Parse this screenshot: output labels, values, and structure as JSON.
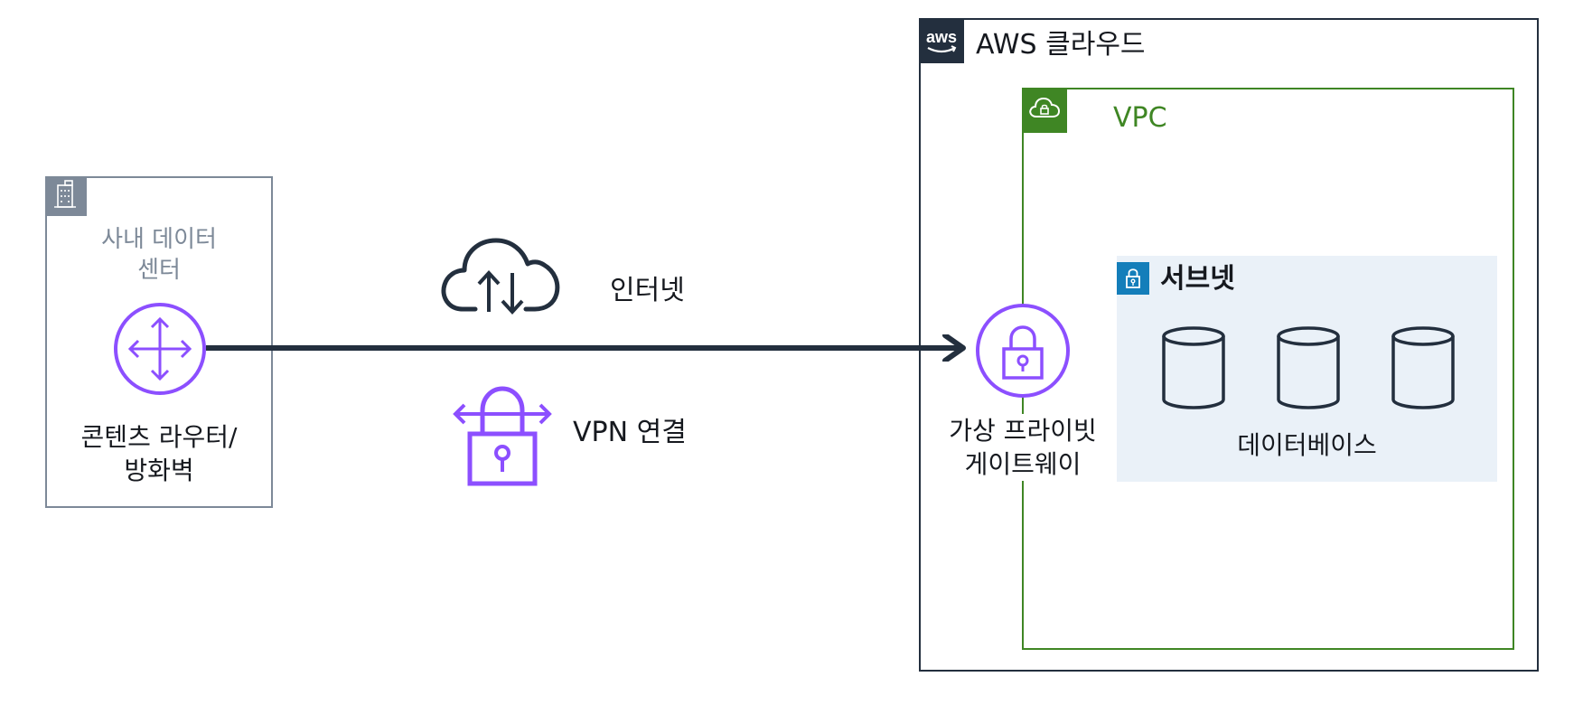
{
  "diagram": {
    "datacenter": {
      "label_line1": "사내 데이터",
      "label_line2": "센터",
      "router_line1": "콘텐츠 라우터/",
      "router_line2": "방화벽",
      "icon": "building-icon"
    },
    "connection": {
      "internet_label": "인터넷",
      "internet_icon": "cloud-updown-icon",
      "vpn_label": "VPN 연결",
      "vpn_icon": "vpn-lock-icon"
    },
    "aws_cloud": {
      "label": "AWS 클라우드",
      "logo_text": "aws"
    },
    "vpc": {
      "label": "VPC",
      "color": "#3f8624"
    },
    "gateway": {
      "label_line1": "가상 프라이빗",
      "label_line2": "게이트웨이",
      "color": "#8c4fff"
    },
    "subnet": {
      "label": "서브넷",
      "color": "#147eba",
      "fill": "#eaf1f8",
      "database_label": "데이터베이스"
    },
    "colors": {
      "purple": "#8c4fff",
      "dark": "#232f3e",
      "datacenter_border": "#7d8998"
    }
  }
}
